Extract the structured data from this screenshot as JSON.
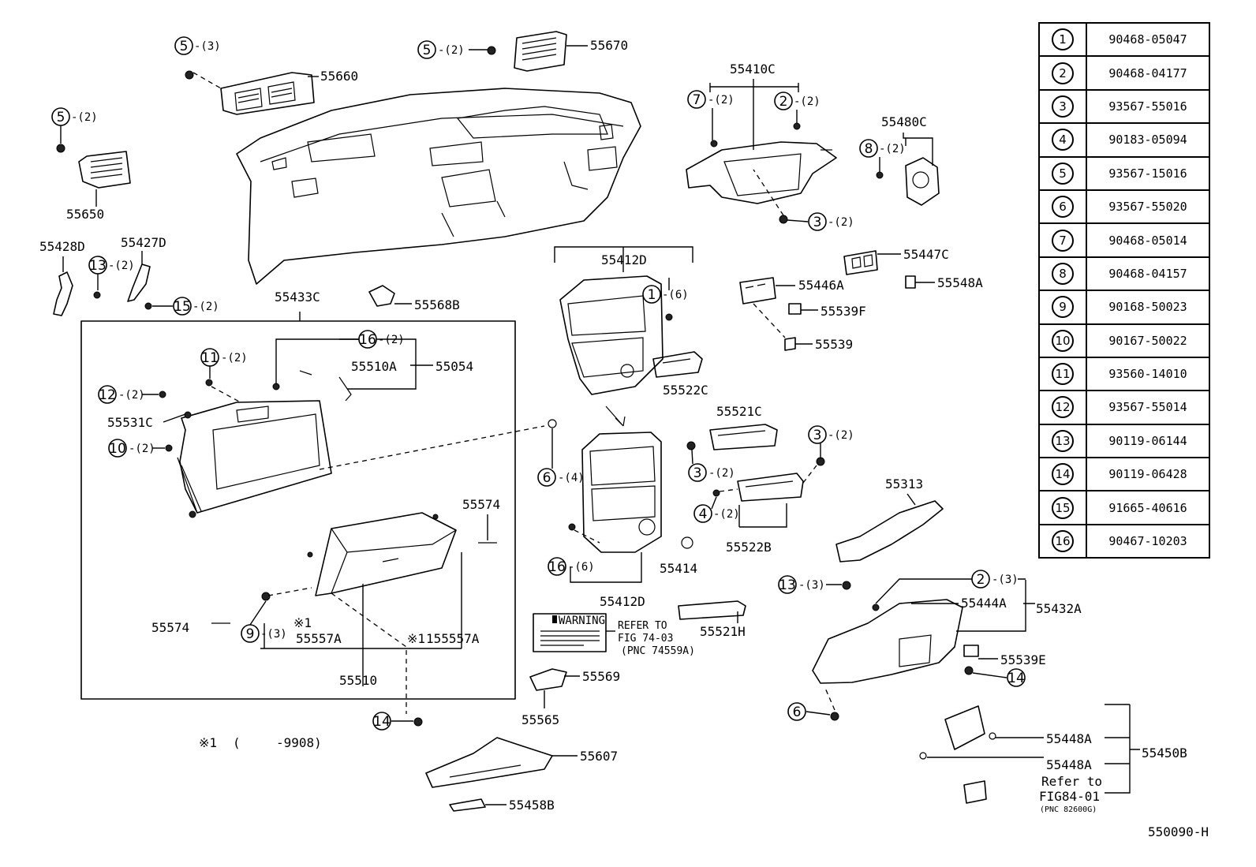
{
  "diagram_id": "550090-H",
  "footnote": {
    "mark": "※1",
    "open": "(",
    "range": "-9908)"
  },
  "warning_label": {
    "title": "WARNING",
    "refer": "REFER TO",
    "fig": "FIG 74-03",
    "pnc": "(PNC 74559A)"
  },
  "refer_fig84": {
    "line1": "Refer to",
    "line2": "FIG84-01",
    "pnc": "(PNC 82600G)"
  },
  "legend": [
    {
      "key": "1",
      "part": "90468-05047"
    },
    {
      "key": "2",
      "part": "90468-04177"
    },
    {
      "key": "3",
      "part": "93567-55016"
    },
    {
      "key": "4",
      "part": "90183-05094"
    },
    {
      "key": "5",
      "part": "93567-15016"
    },
    {
      "key": "6",
      "part": "93567-55020"
    },
    {
      "key": "7",
      "part": "90468-05014"
    },
    {
      "key": "8",
      "part": "90468-04157"
    },
    {
      "key": "9",
      "part": "90168-50023"
    },
    {
      "key": "10",
      "part": "90167-50022"
    },
    {
      "key": "11",
      "part": "93560-14010"
    },
    {
      "key": "12",
      "part": "93567-55014"
    },
    {
      "key": "13",
      "part": "90119-06144"
    },
    {
      "key": "14",
      "part": "90119-06428"
    },
    {
      "key": "15",
      "part": "91665-40616"
    },
    {
      "key": "16",
      "part": "90467-10203"
    }
  ],
  "parts": {
    "p55660": "55660",
    "p55670": "55670",
    "p55650": "55650",
    "p55410C": "55410C",
    "p55480C": "55480C",
    "p55428D": "55428D",
    "p55427D": "55427D",
    "p55433C": "55433C",
    "p55568B": "55568B",
    "p55412D_top": "55412D",
    "p55412D_bot": "55412D",
    "p55447C": "55447C",
    "p55446A": "55446A",
    "p55548A": "55548A",
    "p55539F": "55539F",
    "p55539": "55539",
    "p55510A": "55510A",
    "p55054": "55054",
    "p55531C": "55531C",
    "p55522C": "55522C",
    "p55521C": "55521C",
    "p55574a": "55574",
    "p55574b": "55574",
    "p55557A_a": "55557A",
    "p55557A_b": "155557A",
    "p55510": "55510",
    "p55414": "55414",
    "p55522B": "55522B",
    "p55313": "55313",
    "p55444A": "55444A",
    "p55432A": "55432A",
    "p55521H": "55521H",
    "p55539E": "55539E",
    "p55569": "55569",
    "p55565": "55565",
    "p55607": "55607",
    "p55458B": "55458B",
    "p55448A_a": "55448A",
    "p55448A_b": "55448A",
    "p55450B": "55450B"
  },
  "callouts": [
    {
      "id": "c5a",
      "key": "5",
      "qty": "-(3)"
    },
    {
      "id": "c5b",
      "key": "5",
      "qty": "-(2)"
    },
    {
      "id": "c5c",
      "key": "5",
      "qty": "-(2)"
    },
    {
      "id": "c7",
      "key": "7",
      "qty": "-(2)"
    },
    {
      "id": "c2a",
      "key": "2",
      "qty": "-(2)"
    },
    {
      "id": "c8",
      "key": "8",
      "qty": "-(2)"
    },
    {
      "id": "c3a",
      "key": "3",
      "qty": "-(2)"
    },
    {
      "id": "c13a",
      "key": "13",
      "qty": "-(2)"
    },
    {
      "id": "c15",
      "key": "15",
      "qty": "-(2)"
    },
    {
      "id": "c1",
      "key": "1",
      "qty": "-(6)"
    },
    {
      "id": "c16a",
      "key": "16",
      "qty": "-(2)"
    },
    {
      "id": "c11",
      "key": "11",
      "qty": "-(2)"
    },
    {
      "id": "c12",
      "key": "12",
      "qty": "-(2)"
    },
    {
      "id": "c10",
      "key": "10",
      "qty": "-(2)"
    },
    {
      "id": "c6a",
      "key": "6",
      "qty": "-(4)"
    },
    {
      "id": "c3b",
      "key": "3",
      "qty": "-(2)"
    },
    {
      "id": "c3c",
      "key": "3",
      "qty": "-(2)"
    },
    {
      "id": "c4",
      "key": "4",
      "qty": "-(2)"
    },
    {
      "id": "c16b",
      "key": "16",
      "qty": "-(6)"
    },
    {
      "id": "c13b",
      "key": "13",
      "qty": "-(3)"
    },
    {
      "id": "c2b",
      "key": "2",
      "qty": "-(3)"
    },
    {
      "id": "c9",
      "key": "9",
      "qty": "-(3)"
    },
    {
      "id": "c14a",
      "key": "14",
      "qty": ""
    },
    {
      "id": "c14b",
      "key": "14",
      "qty": ""
    },
    {
      "id": "c6b",
      "key": "6",
      "qty": ""
    }
  ]
}
